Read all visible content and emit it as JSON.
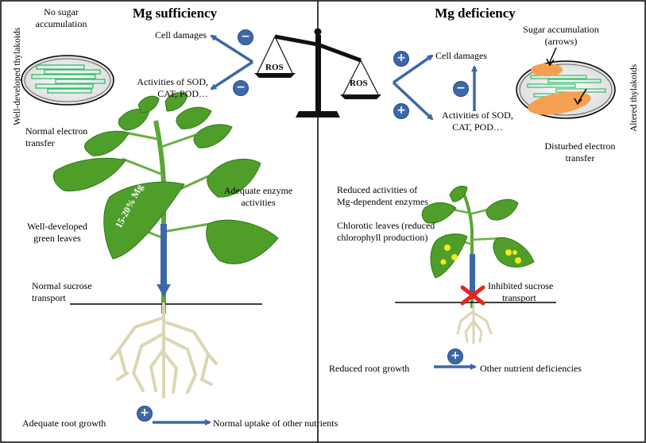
{
  "left": {
    "title": "Mg sufficiency",
    "no_sugar": [
      "No sugar",
      "accumulation"
    ],
    "thylakoid_label": "Well-developed thylakoids",
    "cell_damages": "Cell damages",
    "activities": [
      "Activities of SOD,",
      "CAT, POD…"
    ],
    "ros": "ROS",
    "electron": [
      "Normal electron",
      "transfer"
    ],
    "enzyme": [
      "Adequate enzyme",
      "activities"
    ],
    "leaves": [
      "Well-developed",
      "green leaves"
    ],
    "mg_leaf": "15-20% Mg",
    "sucrose": [
      "Normal sucrose",
      "transport"
    ],
    "root_growth": "Adequate root growth",
    "uptake": "Normal uptake of other nutrients",
    "badge_damage": "−",
    "badge_activity": "−",
    "badge_root": "+"
  },
  "right": {
    "title": "Mg deficiency",
    "sugar": [
      "Sugar accumulation",
      "(arrows)"
    ],
    "thylakoid_label": "Altered thylakoids",
    "cell_damages": "Cell damages",
    "activities": [
      "Activities of SOD,",
      "CAT, POD…"
    ],
    "ros": "ROS",
    "electron": [
      "Disturbed electron",
      "transfer"
    ],
    "enzyme": [
      "Reduced activities of",
      "Mg-dependent enzymes"
    ],
    "leaves": [
      "Chlorotic leaves (reduced",
      "chlorophyll production)"
    ],
    "sucrose": [
      "Inhibited sucrose",
      "transport"
    ],
    "root_growth": "Reduced root growth",
    "deficiencies": "Other nutrient deficiencies",
    "badge_damage": "+",
    "badge_activity": "+",
    "badge_mid": "−",
    "badge_root": "+"
  },
  "colors": {
    "arrow_blue": "#3d67a8",
    "leaf_green": "#4f9e2a",
    "leaf_dark": "#2f7a18",
    "thylakoid_green": "#2fbf6a",
    "sugar_orange": "#f5a050",
    "chlorosis_yellow": "#f2ea1a",
    "cross_red": "#e8231a"
  }
}
